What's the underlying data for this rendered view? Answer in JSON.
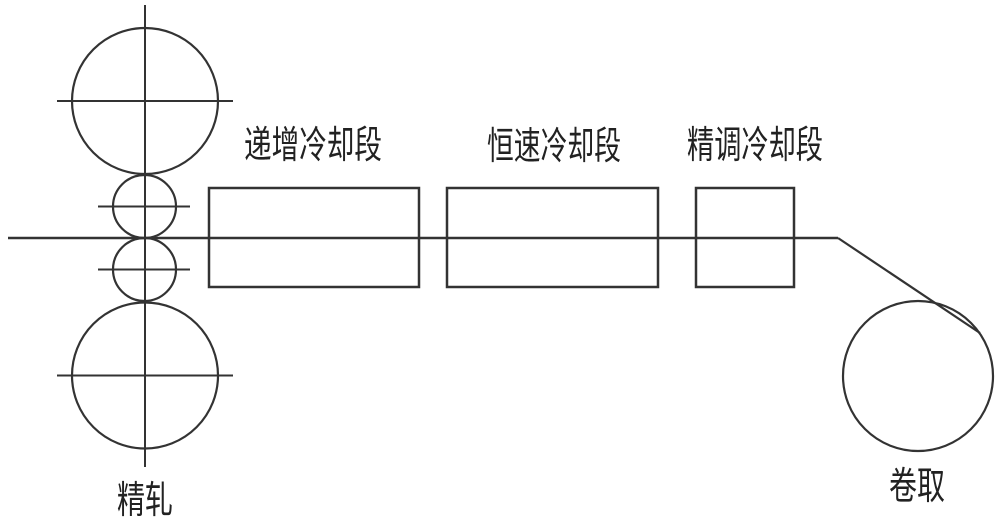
{
  "colors": {
    "line": "#333333",
    "text": "#1c1c1c",
    "background": "#ffffff"
  },
  "mill": {
    "label": "精轧"
  },
  "cooling_sections": [
    {
      "label": "递增冷却段"
    },
    {
      "label": "恒速冷却段"
    },
    {
      "label": "精调冷却段"
    }
  ],
  "coiler": {
    "label": "卷取"
  }
}
